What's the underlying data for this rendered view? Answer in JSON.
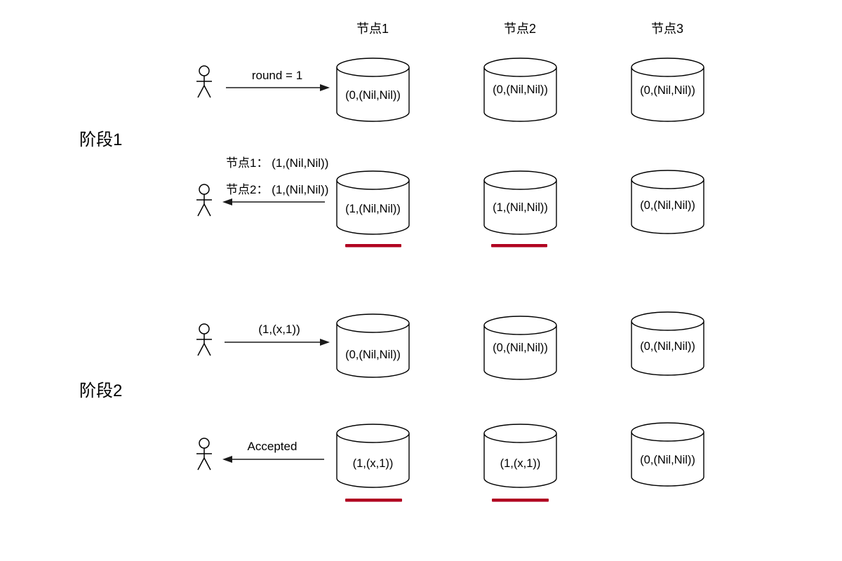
{
  "columns": [
    "节点1",
    "节点2",
    "节点3"
  ],
  "phases": [
    {
      "label": "阶段1"
    },
    {
      "label": "阶段2"
    }
  ],
  "rows": [
    {
      "message": {
        "text": "round = 1",
        "direction": "right"
      },
      "nodes": [
        {
          "value": "(0,(Nil,Nil))",
          "highlighted": false
        },
        {
          "value": "(0,(Nil,Nil))",
          "highlighted": false
        },
        {
          "value": "(0,(Nil,Nil))",
          "highlighted": false
        }
      ]
    },
    {
      "message": {
        "direction": "left"
      },
      "reply_labels": [
        "节点1： (1,(Nil,Nil))",
        "节点2： (1,(Nil,Nil))"
      ],
      "nodes": [
        {
          "value": "(1,(Nil,Nil))",
          "highlighted": true
        },
        {
          "value": "(1,(Nil,Nil))",
          "highlighted": true
        },
        {
          "value": "(0,(Nil,Nil))",
          "highlighted": false
        }
      ]
    },
    {
      "message": {
        "text": "(1,(x,1))",
        "direction": "right"
      },
      "nodes": [
        {
          "value": "(0,(Nil,Nil))",
          "highlighted": false
        },
        {
          "value": "(0,(Nil,Nil))",
          "highlighted": false
        },
        {
          "value": "(0,(Nil,Nil))",
          "highlighted": false
        }
      ]
    },
    {
      "message": {
        "text": "Accepted",
        "direction": "left"
      },
      "nodes": [
        {
          "value": "(1,(x,1))",
          "highlighted": true
        },
        {
          "value": "(1,(x,1))",
          "highlighted": true
        },
        {
          "value": "(0,(Nil,Nil))",
          "highlighted": false
        }
      ]
    }
  ],
  "colors": {
    "highlight_underline": "#b00020",
    "line": "#000000",
    "text": "#000000"
  }
}
